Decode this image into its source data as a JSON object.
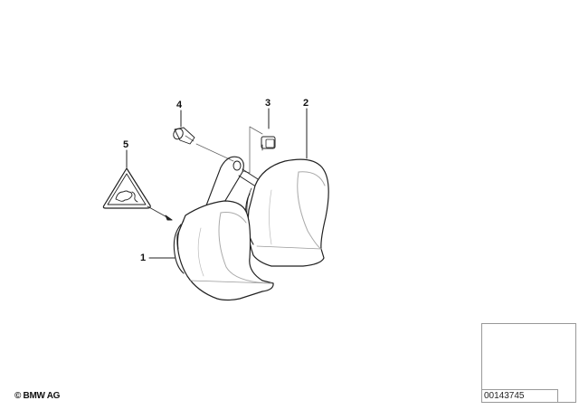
{
  "diagram": {
    "type": "parts-exploded-view",
    "callouts": [
      {
        "id": "1",
        "label": "1",
        "part": "horn-low-tone"
      },
      {
        "id": "2",
        "label": "2",
        "part": "horn-high-tone"
      },
      {
        "id": "3",
        "label": "3",
        "part": "clip-nut"
      },
      {
        "id": "4",
        "label": "4",
        "part": "bolt"
      },
      {
        "id": "5",
        "label": "5",
        "part": "warning-label-triangle"
      }
    ],
    "copyright": "© BMW AG",
    "inset": {
      "diagram_number": "00143745",
      "highlight_marker": "front-left position dot"
    }
  }
}
